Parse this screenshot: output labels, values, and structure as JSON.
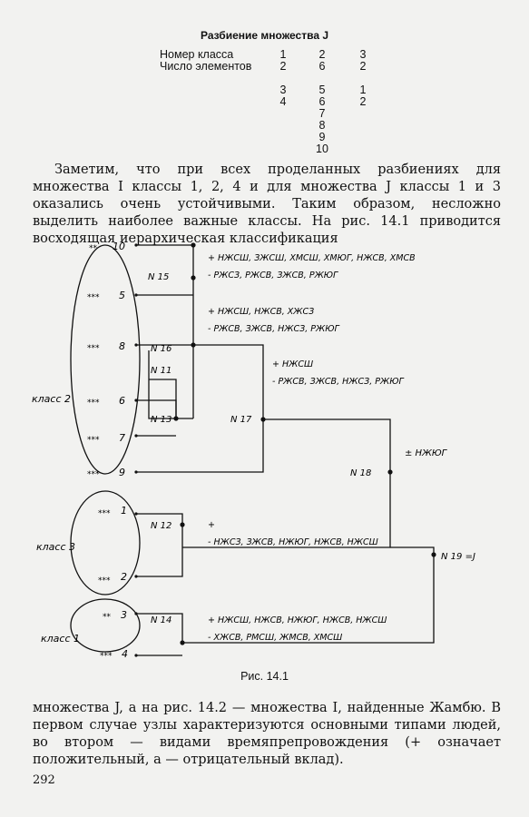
{
  "table": {
    "title": "Разбиение множества J",
    "row_labels": [
      "Номер класса",
      "Число элементов"
    ],
    "columns": [
      {
        "number": "1",
        "count": "2",
        "elements": [
          "3",
          "4"
        ]
      },
      {
        "number": "2",
        "count": "6",
        "elements": [
          "5",
          "6",
          "7",
          "8",
          "9",
          "10"
        ]
      },
      {
        "number": "3",
        "count": "2",
        "elements": [
          "1",
          "2"
        ]
      }
    ]
  },
  "text": {
    "para1": "Заметим, что при всех проделанных разбиениях для множества I классы 1, 2, 4 и для множества J классы 1 и 3 оказались очень устойчивыми. Таким образом, несложно выделить наиболее важные классы. На рис. 14.1 приводится восходящая иерархическая классификация",
    "para2": "множества J, а на рис. 14.2 — множества I, найденные Жамбю. В первом случае узлы характеризуются основными типами людей, во втором — видами времяпрепровождения (+ означает положительный, а — отрицательный вклад)."
  },
  "figure": {
    "caption": "Рис. 14.1",
    "class_labels": [
      "класс 2",
      "класс 3",
      "класс 1"
    ],
    "leaves": [
      {
        "stars": "**",
        "num": "10"
      },
      {
        "stars": "***",
        "num": "5"
      },
      {
        "stars": "***",
        "num": "8"
      },
      {
        "stars": "***",
        "num": "6"
      },
      {
        "stars": "***",
        "num": "7"
      },
      {
        "stars": "***",
        "num": "9"
      },
      {
        "stars": "***",
        "num": "1"
      },
      {
        "stars": "***",
        "num": "2"
      },
      {
        "stars": "**",
        "num": "3"
      },
      {
        "stars": "***",
        "num": "4"
      }
    ],
    "nodes": [
      "N 15",
      "N 16",
      "N 11",
      "N 13",
      "N 17",
      "N 18",
      "N 12",
      "N 14",
      "N 19 =J"
    ],
    "annotations": [
      "+ НЖСШ, ЗЖСШ, ХМСШ, ХМЮГ, НЖСВ, ХМСВ",
      "- РЖСЗ, РЖСВ, ЗЖСВ, РЖЮГ",
      "+ НЖСШ, НЖСВ, ХЖСЗ",
      "- РЖСВ, ЗЖСВ, НЖСЗ, РЖЮГ",
      "+ НЖСШ",
      "- РЖСВ, ЗЖСВ, НЖСЗ, РЖЮГ",
      "± НЖЮГ",
      "+",
      "- НЖСЗ, ЗЖСВ, НЖЮГ, НЖСВ, НЖСШ",
      "+ НЖСШ, НЖСВ, НЖЮГ, НЖСВ, НЖСШ",
      "- ХЖСВ, РМСШ, ЖМСВ, ХМСШ"
    ]
  },
  "page_number": "292"
}
